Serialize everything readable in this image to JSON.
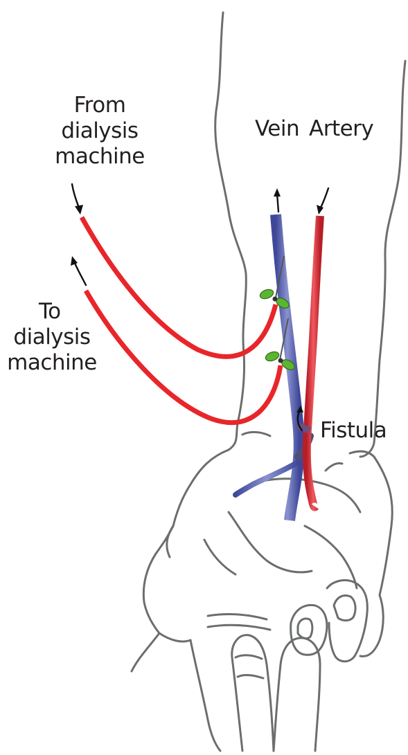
{
  "labels": {
    "from_line1": "From",
    "from_line2": "dialysis",
    "from_line3": "machine",
    "to_line1": "To",
    "to_line2": "dialysis",
    "to_line3": "machine",
    "vein": "Vein",
    "artery": "Artery",
    "fistula": "Fistula"
  },
  "colors": {
    "tubing": "#e8262a",
    "vein": "#5b65b0",
    "artery": "#d8363c",
    "needle_clip": "#5cb531",
    "outline": "#6b6e6d",
    "text": "#231f20"
  }
}
